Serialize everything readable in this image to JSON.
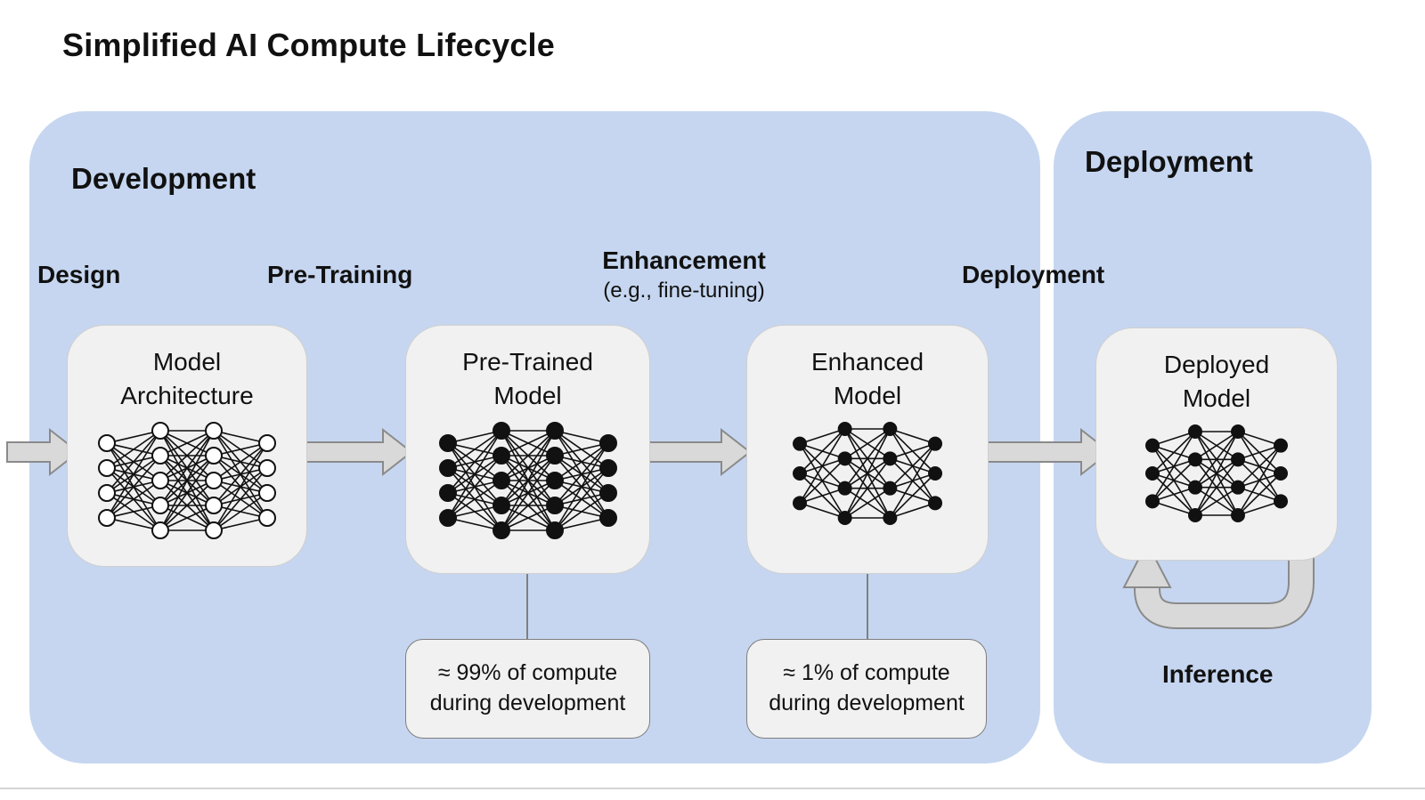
{
  "title": "Simplified AI Compute Lifecycle",
  "containers": {
    "development": {
      "label": "Development"
    },
    "deployment": {
      "label": "Deployment"
    }
  },
  "stages": {
    "design": {
      "label": "Design"
    },
    "pre_training": {
      "label": "Pre-Training"
    },
    "enhancement": {
      "label": "Enhancement",
      "sublabel": "(e.g., fine-tuning)"
    },
    "deployment": {
      "label": "Deployment"
    }
  },
  "nodes": {
    "model_architecture": {
      "label": "Model Architecture",
      "icon": "neural-network-outline-icon"
    },
    "pre_trained_model": {
      "label": "Pre-Trained Model",
      "icon": "neural-network-filled-icon"
    },
    "enhanced_model": {
      "label": "Enhanced Model",
      "icon": "neural-network-small-filled-icon"
    },
    "deployed_model": {
      "label": "Deployed Model",
      "icon": "neural-network-small-filled-icon"
    }
  },
  "annotations": {
    "pretrain_compute": {
      "text": "≈ 99% of compute during development"
    },
    "enhance_compute": {
      "text": "≈ 1% of compute during development"
    }
  },
  "inference_label": "Inference",
  "colors": {
    "container_blue": "#c6d6f0",
    "box_gray": "#f1f1f1",
    "arrow_gray": "#d9d9d9",
    "arrow_outline": "#8a8a8a"
  }
}
